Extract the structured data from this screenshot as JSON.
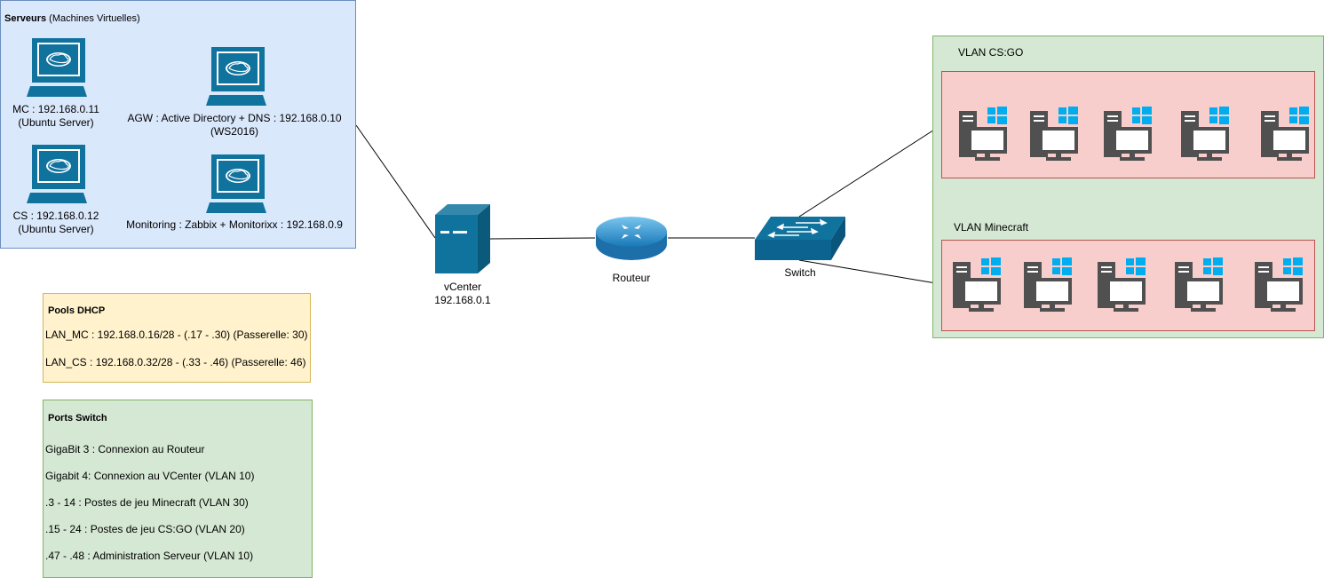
{
  "servers": {
    "title_bold": "Serveurs",
    "title_rest": " (Machines Virtuelles)",
    "machines": [
      {
        "line1": "MC : 192.168.0.11",
        "line2": "(Ubuntu Server)"
      },
      {
        "line1": "AGW : Active Directory + DNS : 192.168.0.10",
        "line2": "(WS2016)"
      },
      {
        "line1": "CS : 192.168.0.12",
        "line2": "(Ubuntu Server)"
      },
      {
        "line1": "Monitoring : Zabbix + Monitorixx : 192.168.0.9",
        "line2": ""
      }
    ]
  },
  "vcenter": {
    "line1": "vCenter",
    "line2": "192.168.0.1"
  },
  "router": {
    "label": "Routeur"
  },
  "switch": {
    "label": "Switch"
  },
  "dhcp": {
    "title": "Pools DHCP",
    "lines": [
      "LAN_MC : 192.168.0.16/28 - (.17 - .30) (Passerelle: 30)",
      "LAN_CS : 192.168.0.32/28 - (.33 - .46) (Passerelle: 46)"
    ]
  },
  "ports": {
    "title": "Ports Switch",
    "lines": [
      "GigaBit 3 : Connexion au Routeur",
      "Gigabit 4: Connexion au VCenter (VLAN 10)",
      ".3 - 14 : Postes de jeu Minecraft (VLAN 30)",
      ".15 - 24 : Postes de jeu CS:GO (VLAN 20)",
      ".47 - .48 : Administration Serveur (VLAN 10)"
    ]
  },
  "vlans": [
    {
      "label": "VLAN CS:GO"
    },
    {
      "label": "VLAN Minecraft"
    }
  ],
  "colors": {
    "servers_fill": "#dae8fc",
    "dhcp_fill": "#fff2cc",
    "ports_fill": "#d5e8d4",
    "vlan_fill": "#f8cecc",
    "device_blue": "#10739e",
    "workstation_gray": "#505050",
    "windows_blue": "#00adef"
  }
}
